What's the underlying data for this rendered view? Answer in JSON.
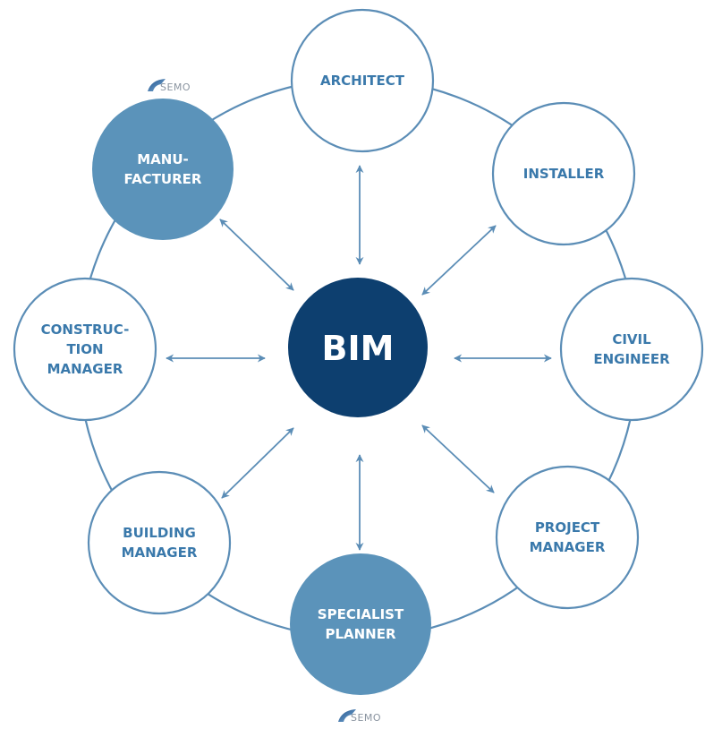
{
  "center": {
    "label": "BIM",
    "fill": "#0d3f6f",
    "text_color": "#ffffff"
  },
  "colors": {
    "ring": "#5b8db6",
    "arrow": "#5b8db6",
    "node_outline": "#5b8db6",
    "node_text": "#3a79ab",
    "highlight_fill": "#5b93ba",
    "highlight_text": "#ffffff"
  },
  "nodes": [
    {
      "id": "architect",
      "lines": [
        "ARCHITECT"
      ],
      "highlighted": false
    },
    {
      "id": "installer",
      "lines": [
        "INSTALLER"
      ],
      "highlighted": false
    },
    {
      "id": "civil-engineer",
      "lines": [
        "CIVIL",
        "ENGINEER"
      ],
      "highlighted": false
    },
    {
      "id": "project-manager",
      "lines": [
        "PROJECT",
        "MANAGER"
      ],
      "highlighted": false
    },
    {
      "id": "specialist-planner",
      "lines": [
        "SPECIALIST",
        "PLANNER"
      ],
      "highlighted": true
    },
    {
      "id": "building-manager",
      "lines": [
        "BUILDING",
        "MANAGER"
      ],
      "highlighted": false
    },
    {
      "id": "construction-manager",
      "lines": [
        "CONSTRUC-",
        "TION",
        "MANAGER"
      ],
      "highlighted": false
    },
    {
      "id": "manufacturer",
      "lines": [
        "MANU-",
        "FACTURER"
      ],
      "highlighted": true
    }
  ],
  "logos": [
    {
      "id": "logo-top",
      "text": "SEMO"
    },
    {
      "id": "logo-bottom",
      "text": "SEMO"
    }
  ]
}
